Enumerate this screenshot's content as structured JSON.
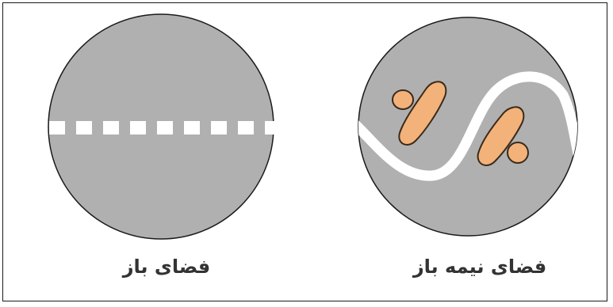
{
  "panels": [
    {
      "caption": "فضای باز",
      "fill_color": "#b0b0b0",
      "path_color": "#ffffff",
      "path_style": "dashed straight line"
    },
    {
      "caption": "فضای نیمه باز",
      "fill_color": "#b0b0b0",
      "path_color": "#ffffff",
      "path_style": "solid wave",
      "blob_color": "#f2b27a"
    }
  ]
}
